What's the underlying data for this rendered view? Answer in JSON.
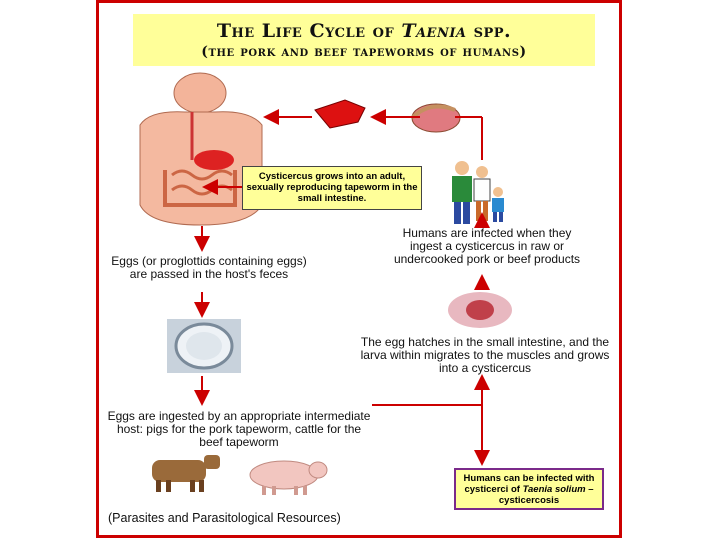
{
  "title": {
    "line1_prefix": "The Life Cycle of ",
    "line1_italic": "Taenia",
    "line1_suffix": " spp.",
    "line2": "(the pork and beef tapeworms of humans)"
  },
  "stages": {
    "adult_box": "Cysticercus grows into an adult, sexually reproducing tapeworm in the small intestine.",
    "eggs_passed": "Eggs (or proglottids containing eggs) are passed in the host's feces",
    "humans_infected": "Humans are infected when they ingest a cysticercus in raw or undercooked pork or beef products",
    "egg_hatches": "The egg hatches in the small intestine, and the larva within migrates to the muscles and grows into a cysticercus",
    "eggs_ingested": "Eggs are ingested by an appropriate intermediate host: pigs for the pork tapeworm, cattle for the beef tapeworm",
    "cysticercosis_prefix": "Humans can be infected with cysticerci of ",
    "cysticercosis_italic": "Taenia solium",
    "cysticercosis_suffix": " – cysticercosis"
  },
  "footer": "(Parasites and Parasitological Resources)",
  "colors": {
    "frame": "#cc0000",
    "arrow": "#cc0000",
    "box_fill": "#ffff99",
    "purple_border": "#7a2a8a"
  }
}
